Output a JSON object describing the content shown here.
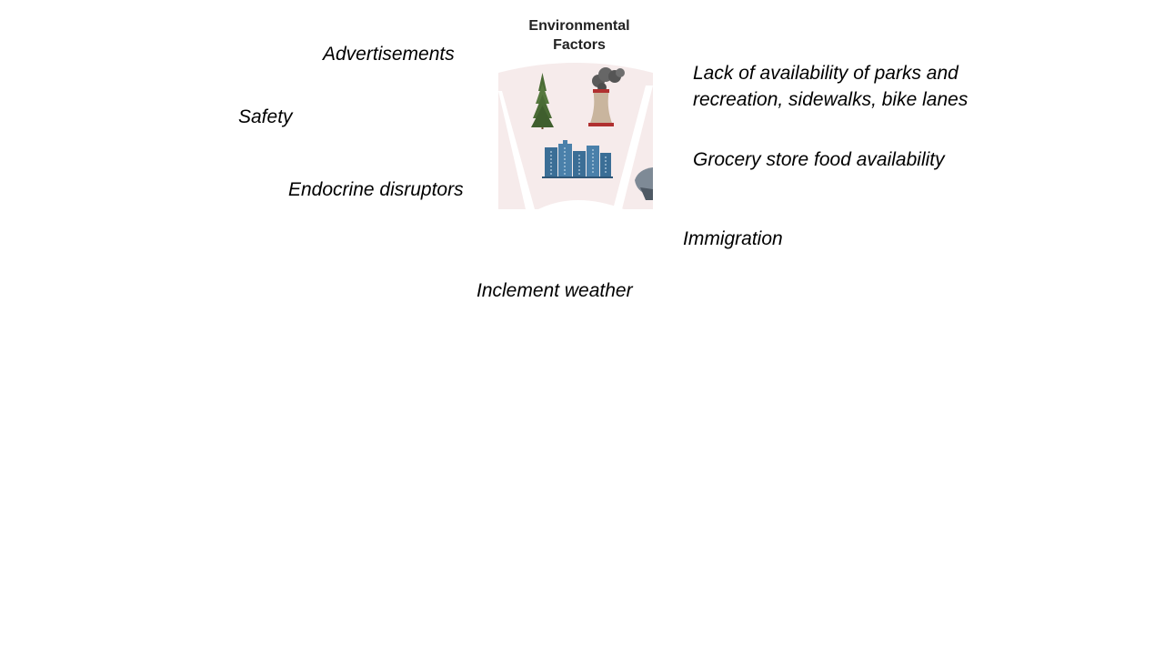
{
  "center": {
    "title_line1": "Environmental",
    "title_line2": "Factors"
  },
  "labels": {
    "advertisements": "Advertisements",
    "safety": "Safety",
    "endocrine": "Endocrine disruptors",
    "parks_line1": "Lack of availability of parks and",
    "parks_line2": "recreation, sidewalks, bike lanes",
    "grocery": "Grocery store food availability",
    "immigration": "Immigration",
    "weather": "Inclement weather"
  },
  "colors": {
    "panel": "#f6ebeb",
    "building": "#3b6e96",
    "tree": "#4a6b35",
    "tower": "#c9b59e",
    "smoke": "#555555"
  }
}
